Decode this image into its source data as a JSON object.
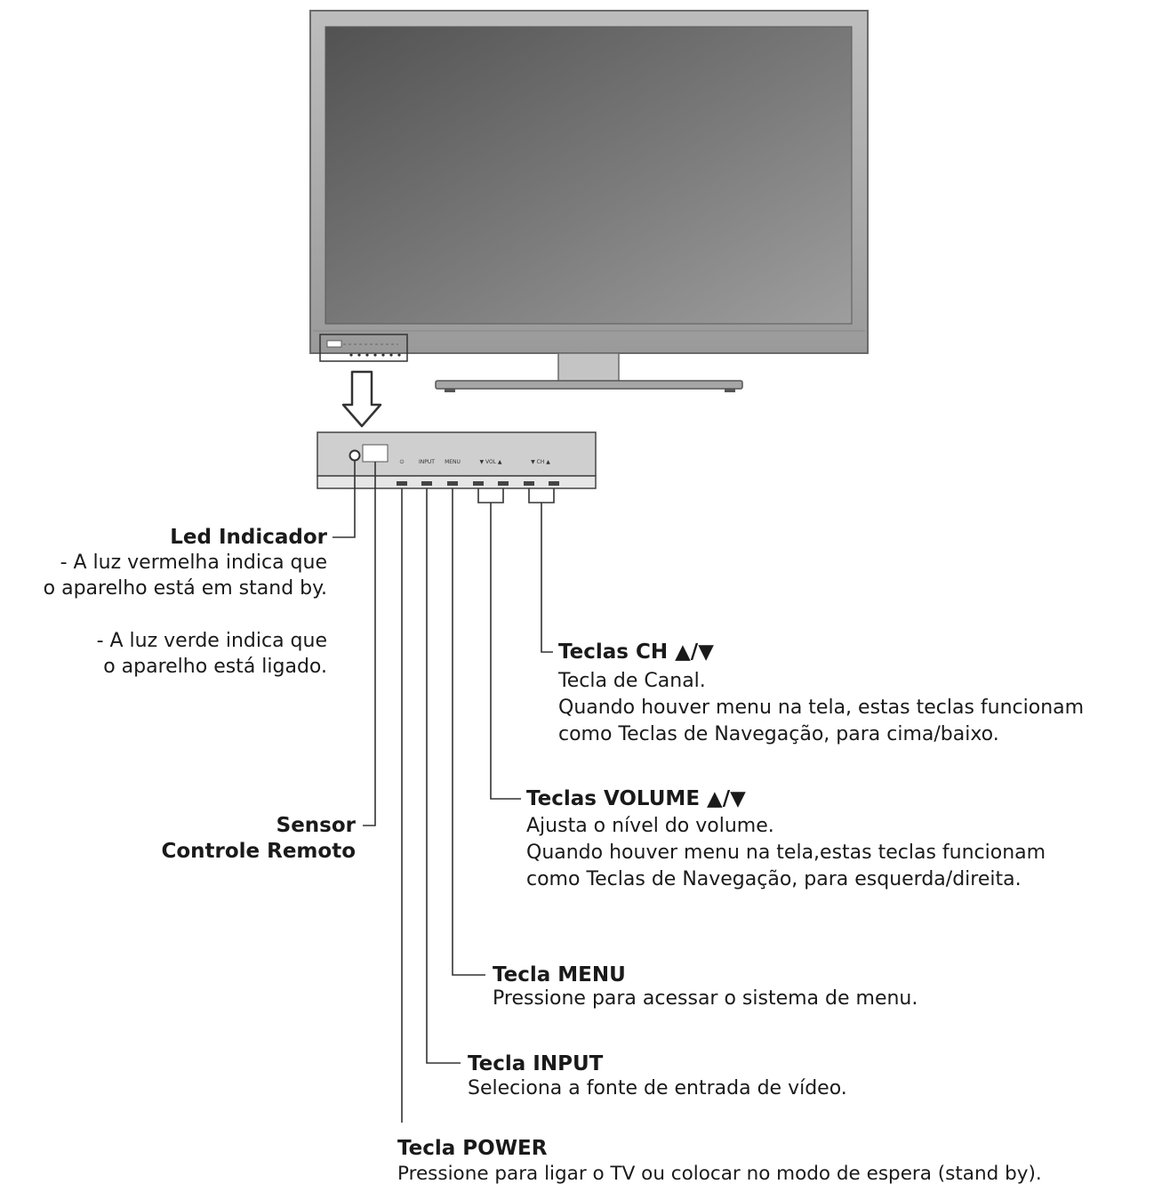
{
  "panel_labels": [
    "⏻",
    "INPUT",
    "MENU",
    "▼ VOL ▲",
    "▼ CH ▲"
  ],
  "led": {
    "title": "Led Indicador",
    "line1": "- A luz vermelha indica que",
    "line2": "o aparelho está em stand by.",
    "line3": "- A luz verde indica que",
    "line4": "o aparelho está ligado."
  },
  "sensor": {
    "title1": "Sensor",
    "title2": "Controle Remoto"
  },
  "ch": {
    "title": "Teclas CH ▲/▼",
    "line1": "Tecla de Canal.",
    "line2": "Quando houver menu na tela, estas teclas funcionam",
    "line3": "como Teclas de Navegação, para cima/baixo."
  },
  "volume": {
    "title": "Teclas VOLUME ▲/▼",
    "line1": "Ajusta o nível do volume.",
    "line2": "Quando houver menu na tela,estas teclas funcionam",
    "line3": "como Teclas de Navegação, para esquerda/direita."
  },
  "menu": {
    "title": "Tecla MENU",
    "line1": "Pressione para acessar o sistema de menu."
  },
  "input": {
    "title": "Tecla INPUT",
    "line1": "Seleciona a fonte de entrada de vídeo."
  },
  "power": {
    "title": "Tecla POWER",
    "line1": "Pressione para ligar o TV ou colocar no modo de espera (stand by)."
  }
}
